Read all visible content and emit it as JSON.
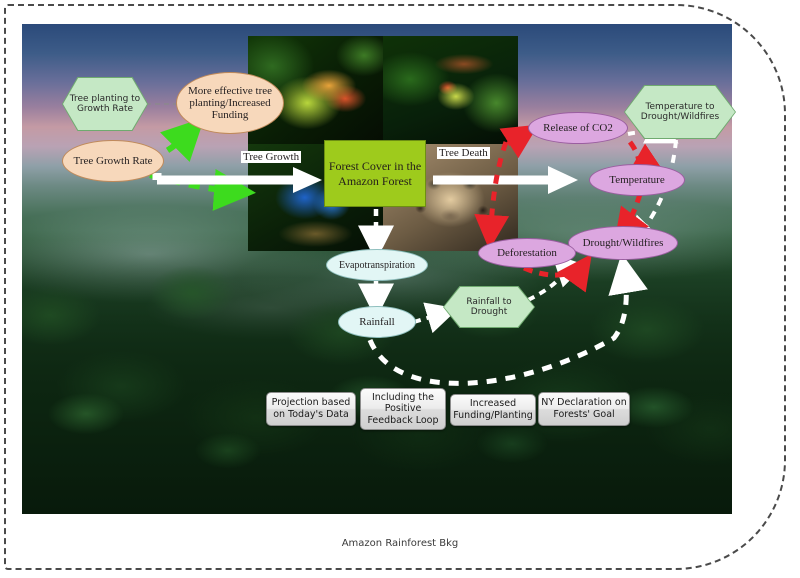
{
  "frame": {
    "caption": "Amazon Rainforest Bkg"
  },
  "core": {
    "label": "Forest Cover in the Amazon Forest"
  },
  "nodes": {
    "tree_planting_to_growth_rate": "Tree planting to Growth Rate",
    "more_effective_planting": "More effective tree planting/Increased Funding",
    "tree_growth_rate": "Tree Growth Rate",
    "temperature_to_drought": "Temperature to Drought/Wildfires",
    "release_of_co2": "Release of CO2",
    "temperature": "Temperature",
    "drought_wildfires": "Drought/Wildfires",
    "deforestation": "Deforestation",
    "evapotranspiration": "Evapotranspiration",
    "rainfall": "Rainfall",
    "rainfall_to_drought": "Rainfall to Drought"
  },
  "edges": {
    "tree_growth": "Tree Growth",
    "tree_death": "Tree Death"
  },
  "legend": [
    "Projection based on Today's Data",
    "Including the Positive Feedback Loop",
    "Increased Funding/Planting",
    "NY Declaration on Forests' Goal"
  ],
  "colors": {
    "core_box": "#9ecb1c",
    "hexagon": "#c5e8c5",
    "ellipse_tan": "#f7d8bb",
    "ellipse_purple": "#dca7e0",
    "ellipse_cyan": "#e2f6f5",
    "green_arrow": "#3ddb1e",
    "red_arrow": "#e8232a",
    "white_arrow": "#ffffff"
  }
}
